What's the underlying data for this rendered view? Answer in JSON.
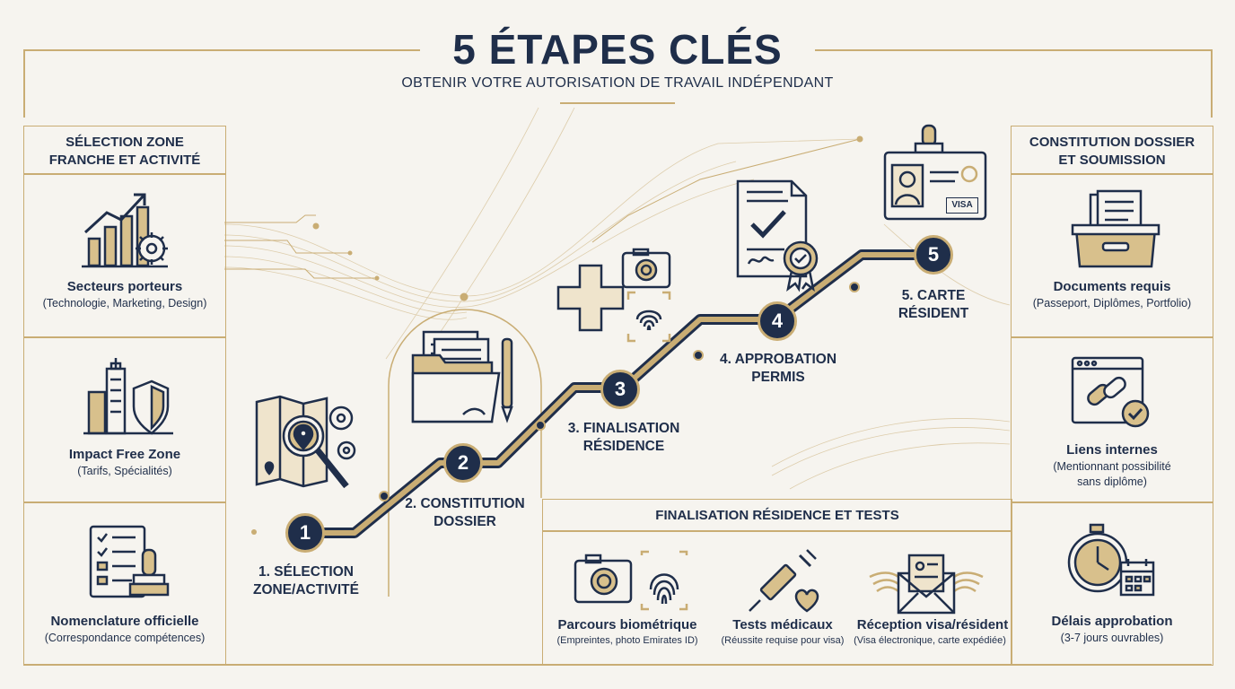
{
  "header": {
    "title": "5 ÉTAPES CLÉS",
    "subtitle": "OBTENIR VOTRE AUTORISATION DE TRAVAIL INDÉPENDANT"
  },
  "left_panel": {
    "header": [
      "SÉLECTION ZONE",
      "FRANCHE ET ACTIVITÉ"
    ],
    "items": [
      {
        "title": "Secteurs porteurs",
        "sub": "(Technologie, Marketing, Design)",
        "icon": "growth-chart-gear-icon"
      },
      {
        "title": "Impact Free Zone",
        "sub": "(Tarifs, Spécialités)",
        "icon": "city-shield-icon"
      },
      {
        "title": "Nomenclature officielle",
        "sub": "(Correspondance compétences)",
        "icon": "checklist-stamp-icon"
      }
    ]
  },
  "right_panel": {
    "header": [
      "CONSTITUTION DOSSIER",
      "ET SOUMISSION"
    ],
    "items": [
      {
        "title": "Documents requis",
        "sub": "(Passeport, Diplômes, Portfolio)",
        "icon": "document-box-icon"
      },
      {
        "title": "Liens internes",
        "sub_lines": [
          "(Mentionnant possibilité",
          "sans diplôme)"
        ],
        "icon": "chain-link-icon"
      },
      {
        "title": "Délais approbation",
        "sub": "(3-7 jours ouvrables)",
        "icon": "stopwatch-calendar-icon"
      }
    ]
  },
  "steps": [
    {
      "number": "1",
      "label": [
        "1. SÉLECTION",
        "ZONE/ACTIVITÉ"
      ],
      "icon": "map-magnifier-icon"
    },
    {
      "number": "2",
      "label": [
        "2. CONSTITUTION",
        "DOSSIER"
      ],
      "icon": "folder-documents-icon"
    },
    {
      "number": "3",
      "label": [
        "3. FINALISATION",
        "RÉSIDENCE"
      ],
      "icon": "medical-camera-fingerprint-icon"
    },
    {
      "number": "4",
      "label": [
        "4. APPROBATION",
        "PERMIS"
      ],
      "icon": "certificate-icon"
    },
    {
      "number": "5",
      "label": [
        "5. CARTE",
        "RÉSIDENT"
      ],
      "icon": "visa-card-icon"
    }
  ],
  "bottom_panel": {
    "header": "FINALISATION RÉSIDENCE ET TESTS",
    "items": [
      {
        "title": "Parcours biométrique",
        "sub": "(Empreintes, photo Emirates ID)",
        "icon": "camera-fingerprint-icon"
      },
      {
        "title": "Tests médicaux",
        "sub": "(Réussite requise pour visa)",
        "icon": "syringe-heart-icon"
      },
      {
        "title": "Réception visa/résident",
        "sub": "(Visa électronique, carte expédiée)",
        "icon": "winged-envelope-icon"
      }
    ]
  },
  "visa_badge_text": "VISA",
  "colors": {
    "navy": "#1f2e4a",
    "gold": "#c9ad74",
    "background": "#f6f4ef"
  }
}
